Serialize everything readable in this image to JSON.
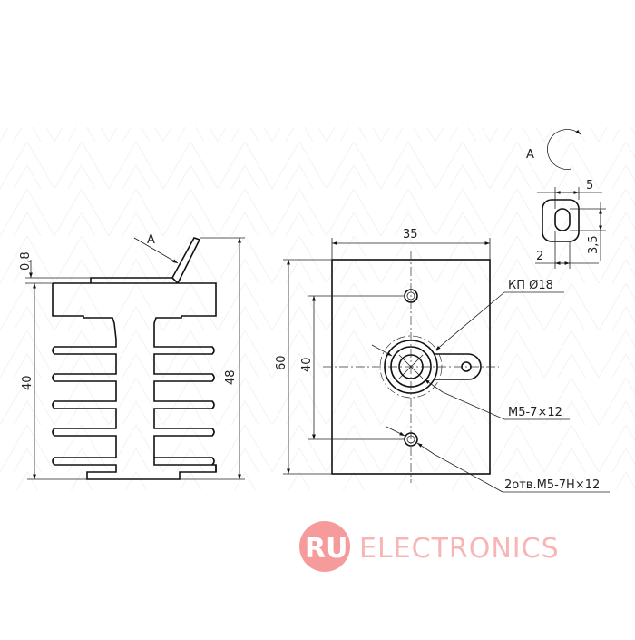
{
  "dimensions": {
    "thickness": "0,8",
    "fin_height": "40",
    "total_height": "48",
    "width": "35",
    "length": "60",
    "hole_spacing": "40",
    "slot_width": "5",
    "slot_height": "3,5",
    "slot_edge": "2"
  },
  "labels": {
    "view_arrow": "A",
    "view_a_title": "A",
    "contact_plate": "КП Ø18",
    "center_thread": "M5-7×12",
    "mount_holes": "2отв.M5-7H×12"
  },
  "watermark": {
    "badge_text": "RU",
    "brand_text": "ELECTRONICS",
    "color": "#f26f6f"
  }
}
